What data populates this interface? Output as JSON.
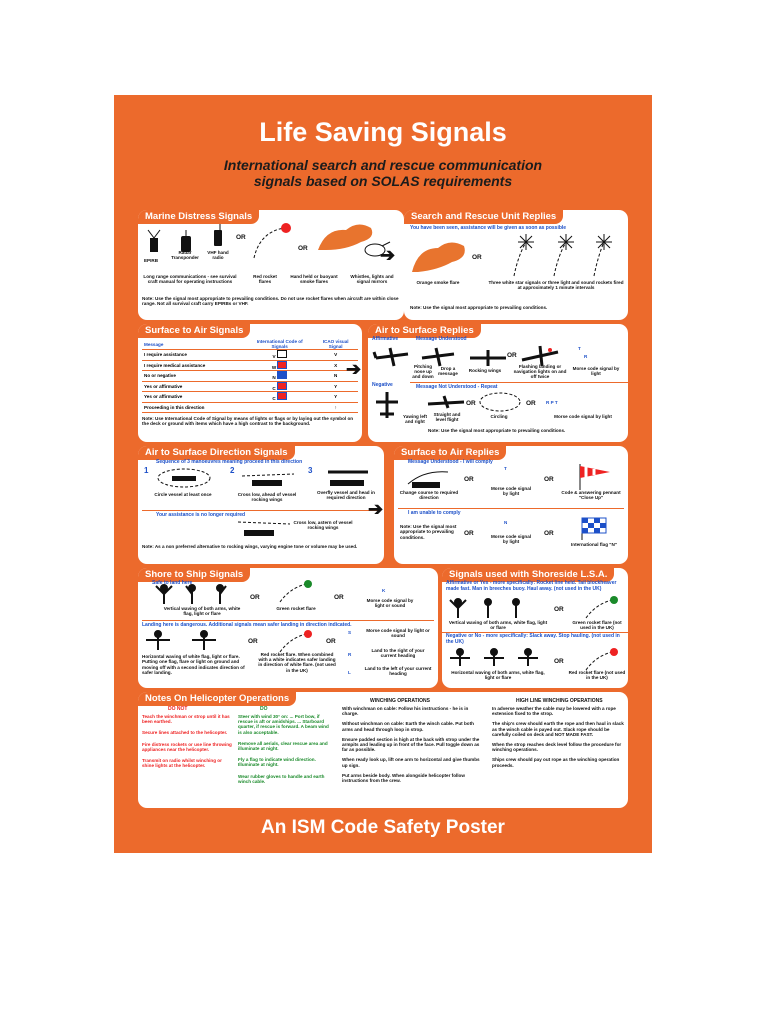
{
  "poster": {
    "title": "Life Saving Signals",
    "subtitle_line1": "International search and rescue communication",
    "subtitle_line2": "signals based on SOLAS requirements",
    "footer": "An ISM Code Safety Poster"
  },
  "marine_distress": {
    "title": "Marine Distress Signals",
    "labels": {
      "epirb": "EPIRB",
      "radar": "Radar Transponder",
      "vhf": "VHF hand radio",
      "long_range": "Long range communications - see survival craft manual for operating instructions",
      "red_rocket": "Red rocket flares",
      "hand_held": "Hand held or buoyant smoke flares",
      "whistles": "Whistles, lights and signal mirrors"
    },
    "or": "OR",
    "note": "Note: Use the signal most appropriate to prevailing conditions. Do not use rocket flares when aircraft are within close range. Not all survival craft carry EPIRBs or VHF."
  },
  "search_rescue": {
    "title": "Search and Rescue Unit Replies",
    "sub": "You have been seen, assistance will be given as soon as possible",
    "orange": "Orange smoke flare",
    "stars": "Three white star signals or three light and sound rockets fired at approximately 1 minute intervals",
    "or": "OR",
    "note": "Note: Use the signal most appropriate to prevailing conditions."
  },
  "surface_to_air": {
    "title": "Surface to Air Signals",
    "headers": [
      "Message",
      "International Code of Signals",
      "ICAO visual Signal"
    ],
    "rows": [
      {
        "message": "I require assistance",
        "code": "V",
        "icao": "V"
      },
      {
        "message": "I require medical assistance",
        "code": "W",
        "icao": "X"
      },
      {
        "message": "No or negative",
        "code": "N",
        "icao": "N"
      },
      {
        "message": "Yes or affirmative",
        "code": "C",
        "icao": "Y"
      },
      {
        "message": "Yes or affirmative",
        "code": "C",
        "icao": "Y"
      },
      {
        "message": "Proceeding in this direction",
        "code": "",
        "icao": "↑"
      }
    ],
    "note": "Note: Use International Code of Signal by means of lights or flags or by laying out the symbol on the deck or ground with items which have a high contrast to the background."
  },
  "air_to_surface_replies": {
    "title": "Air to Surface Replies",
    "affirmative": "Affirmative",
    "understood": "Message Understood",
    "negative": "Negative",
    "not_understood": "Message Not Understood - Repeat",
    "pitching": "Pitching nose up and down",
    "drop": "Drop a message",
    "rocking": "Rocking wings",
    "flashing": "Flashing landing or navigation lights on and off twice",
    "morse": "Morse code signal by light",
    "yawing": "Yawing left and right",
    "straight": "Straight and level flight",
    "circling": "Circling",
    "morse2": "Morse code signal by light",
    "letters_t": "T",
    "letters_r": "R",
    "letters_rpt": "R    P    T",
    "or": "OR",
    "note": "Note: Use the signal most appropriate to prevailing conditions."
  },
  "air_to_surface_direction": {
    "title": "Air to Surface Direction Signals",
    "sub": "Sequence of 3 manoeuvres meaning proceed in this direction",
    "n1": "1",
    "n2": "2",
    "n3": "3",
    "circle": "Circle vessel at least once",
    "cross": "Cross low, ahead of vessel rocking wings",
    "overfly": "Overfly vessel and head in required direction",
    "no_longer": "Your assistance is no longer required",
    "cross_astern": "Cross low, astern of vessel rocking wings",
    "note": "Note: As a non preferred alternative to rocking wings, varying engine tone or volume may be used."
  },
  "surface_to_air_replies": {
    "title": "Surface to Air Replies",
    "sub": "Message Understood - I will comply",
    "change": "Change course to required direction",
    "morse_t": "Morse code signal by light",
    "code_pennant": "Code & answering pennant \"Close Up\"",
    "unable": "I am unable to comply",
    "note": "Note: Use the signal most appropriate to prevailing conditions.",
    "morse_n": "Morse code signal by light",
    "flag_n": "International flag \"N\"",
    "t": "T",
    "n": "N",
    "or": "OR"
  },
  "shore_to_ship": {
    "title": "Shore to Ship Signals",
    "safe": "Safe to land here",
    "vertical": "Vertical waving of both arms, white flag, light or flare",
    "green": "Green rocket flare",
    "morse_k": "Morse code signal by light or sound",
    "k": "K",
    "dangerous": "Landing here is dangerous. Additional signals mean safer landing in direction indicated.",
    "horizontal": "Horizontal waving of white flag, light or flare. Putting one flag, flare or light on ground and moving off with a second indicates direction of safer landing.",
    "red": "Red rocket flare. When combined with a white indicates safer landing in direction of white flare. (not used in the UK)",
    "morse_s": "Morse code signal by light or sound",
    "s": "S",
    "r": "R",
    "l": "L",
    "land_right": "Land to the right of your current heading",
    "land_left": "Land to the left of your current heading",
    "or": "OR"
  },
  "shoreside_lsa": {
    "title": "Signals used with Shoreside L.S.A.",
    "affirmative": "Affirmative or Yes - more specifically: Rocket line held. Tail blockheaver made fast. Man in breeches buoy. Haul away. (not used in the UK)",
    "vertical": "Vertical waving of both arms, white flag, light or flare",
    "green": "Green rocket flare (not used in the UK)",
    "negative": "Negative or No - more specifically: Slack away. Stop hauling. (not used in the UK)",
    "horizontal": "Horizontal waving of both arms, white flag, light or flare",
    "red": "Red rocket flare (not used in the UK)",
    "or": "OR"
  },
  "helicopter": {
    "title": "Notes On Helicopter Operations",
    "do_not": "DO NOT",
    "do": "DO",
    "winching": "WINCHING OPERATIONS",
    "highline": "HIGH LINE WINCHING OPERATIONS",
    "do_not_items": [
      "Teach the winchman or strop until it has been earthed.",
      "Secure lines attached to the helicopter.",
      "Fire distress rockets or use line throwing appliances near the helicopter.",
      "Transmit on radio whilst winching or shine lights at the helicopter."
    ],
    "do_items": [
      "Steer with wind 30° on: ... Port bow, if rescue is aft or amidships. ... Starboard quarter, if rescue is forward. A beam wind is also acceptable.",
      "Remove all aerials, clear rescue area and illuminate at night.",
      "Fly a flag to indicate wind direction. Illuminate at night.",
      "Wear rubber gloves to handle and earth winch cable."
    ],
    "winching_items": [
      "With winchman on cable: Follow his instructions - he is in charge.",
      "Without winchman on cable: Earth the winch cable. Put both arms and head through loop in strop.",
      "Ensure padded section is high at the back with strop under the armpits and leading up in front of the face. Pull toggle down as far as possible.",
      "When ready look up, lift one arm to horizontal and give thumbs up sign.",
      "Put arms beside body. When alongside helicopter follow instructions from the crew."
    ],
    "highline_items": [
      "In adverse weather the cable may be lowered with a rope extension fixed to the strop.",
      "The ship's crew should earth the rope and then haul in slack as the winch cable is payed out. Slack rope should be carefully coiled on deck and NOT MADE FAST.",
      "When the strop reaches deck level follow the procedure for winching operations.",
      "Ships crew should pay out rope as the winching operation proceeds."
    ]
  }
}
